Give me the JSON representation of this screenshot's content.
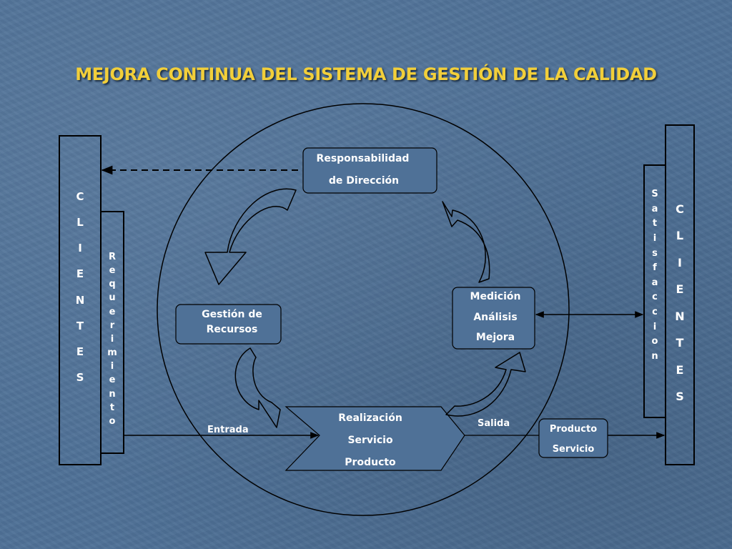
{
  "title": "MEJORA CONTINUA DEL SISTEMA DE GESTIÓN DE LA CALIDAD",
  "left_clients": [
    "C",
    "L",
    "I",
    "E",
    "N",
    "T",
    "E",
    "S"
  ],
  "requerimiento": [
    "R",
    "e",
    "q",
    "u",
    "e",
    "r",
    "i",
    "m",
    "i",
    "e",
    "n",
    "t",
    "o"
  ],
  "right_clients": [
    "C",
    "L",
    "I",
    "E",
    "N",
    "T",
    "E",
    "S"
  ],
  "satisfaccion": [
    "S",
    "a",
    "t",
    "i",
    "s",
    "f",
    "a",
    "c",
    "c",
    "i",
    "o",
    "n"
  ],
  "boxes": {
    "responsabilidad": [
      "Responsabilidad",
      "de Dirección"
    ],
    "gestion": [
      "Gestión de",
      "Recursos"
    ],
    "medicion": [
      "Medición",
      "Análisis",
      "Mejora"
    ],
    "realizacion": [
      "Realización",
      "Servicio",
      "Producto"
    ],
    "producto_out": [
      "Producto",
      "Servicio"
    ]
  },
  "labels": {
    "entrada": "Entrada",
    "salida": "Salida"
  },
  "colors": {
    "background": "#4f7197",
    "title": "#f2cf3a",
    "lines": "#000000",
    "text": "#ffffff"
  }
}
